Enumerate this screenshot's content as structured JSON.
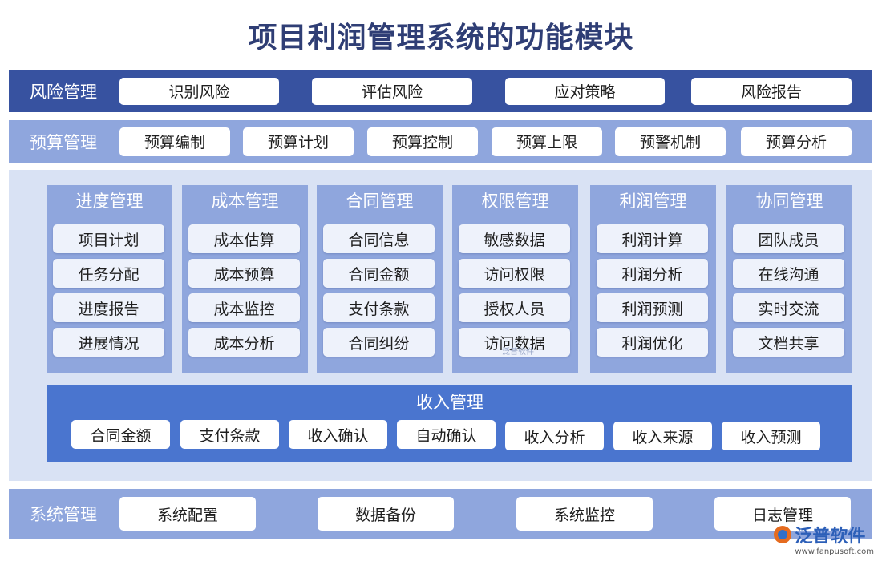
{
  "title": "项目利润管理系统的功能模块",
  "risk": {
    "label": "风险管理",
    "items": [
      "识别风险",
      "评估风险",
      "应对策略",
      "风险报告"
    ]
  },
  "budget": {
    "label": "预算管理",
    "items": [
      "预算编制",
      "预算计划",
      "预算控制",
      "预算上限",
      "预警机制",
      "预算分析"
    ]
  },
  "columns": [
    {
      "title": "进度管理",
      "items": [
        "项目计划",
        "任务分配",
        "进度报告",
        "进展情况"
      ]
    },
    {
      "title": "成本管理",
      "items": [
        "成本估算",
        "成本预算",
        "成本监控",
        "成本分析"
      ]
    },
    {
      "title": "合同管理",
      "items": [
        "合同信息",
        "合同金额",
        "支付条款",
        "合同纠纷"
      ]
    },
    {
      "title": "权限管理",
      "items": [
        "敏感数据",
        "访问权限",
        "授权人员",
        "访问数据"
      ]
    },
    {
      "title": "利润管理",
      "items": [
        "利润计算",
        "利润分析",
        "利润预测",
        "利润优化"
      ]
    },
    {
      "title": "协同管理",
      "items": [
        "团队成员",
        "在线沟通",
        "实时交流",
        "文档共享"
      ]
    }
  ],
  "income": {
    "title": "收入管理",
    "items": [
      "合同金额",
      "支付条款",
      "收入确认",
      "自动确认",
      "收入分析",
      "收入来源",
      "收入预测"
    ]
  },
  "system": {
    "label": "系统管理",
    "items": [
      "系统配置",
      "数据备份",
      "系统监控",
      "日志管理"
    ]
  },
  "watermark": "泛普软件",
  "logo": {
    "name": "泛普软件",
    "url": "www.fanpusoft.com"
  },
  "colors": {
    "dark_band": "#3752a0",
    "light_band": "#8fa6dd",
    "panel": "#d9e2f4",
    "income": "#4a75cf"
  }
}
